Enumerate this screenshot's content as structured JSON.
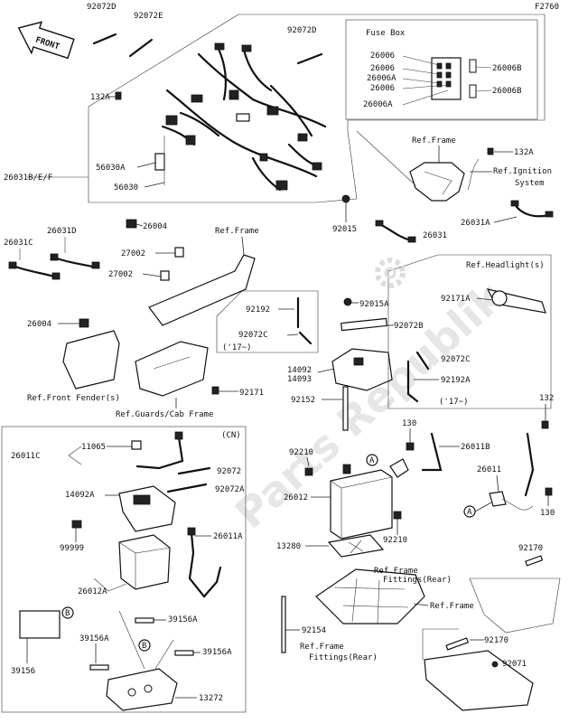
{
  "figure_id": "F2760",
  "watermark": "Parts Republik",
  "front_label": "FRONT",
  "fuse_box": {
    "title": "Fuse Box",
    "left_labels": [
      "26006",
      "26006",
      "26006A",
      "26006",
      "26006A"
    ],
    "right_labels": [
      "26006B",
      "26006B"
    ]
  },
  "parts": {
    "p92072D_a": "92072D",
    "p92072E": "92072E",
    "p92072D_b": "92072D",
    "p132A_a": "132A",
    "p56030A": "56030A",
    "p56030": "56030",
    "p26031BEF": "26031B/E/F",
    "p26004_a": "26004",
    "p92015": "92015",
    "p26031": "26031",
    "p26031A": "26031A",
    "p26031D": "26031D",
    "p26031C": "26031C",
    "p27002_a": "27002",
    "p27002_b": "27002",
    "p26004_b": "26004",
    "p92192": "92192",
    "p92072C_a": "92072C",
    "p17_a": "('17~)",
    "p92015A": "92015A",
    "p92072B": "92072B",
    "p92171A": "92171A",
    "p14092_a": "14092",
    "p14093": "14093",
    "p92072C_b": "92072C",
    "p92192A": "92192A",
    "p17_b": "('17~)",
    "p92171": "92171",
    "p92152": "92152",
    "p132A_b": "132A",
    "p132": "132",
    "p130_a": "130",
    "p26011B": "26011B",
    "p92210_a": "92210",
    "p26012": "26012",
    "p92210_b": "92210",
    "p26011": "26011",
    "p130_b": "130",
    "p13280": "13280",
    "p92154": "92154",
    "p92170_a": "92170",
    "p92170_b": "92170",
    "p92071": "92071",
    "cn": "(CN)",
    "p26011C": "26011C",
    "p11065": "11065",
    "p92072": "92072",
    "p92072A": "92072A",
    "p14092A": "14092A",
    "p99999": "99999",
    "p26011A": "26011A",
    "p26012A": "26012A",
    "p39156": "39156",
    "p39156A_a": "39156A",
    "p39156A_b": "39156A",
    "p39156A_c": "39156A",
    "p13272": "13272"
  },
  "refs": {
    "frame_a": "Ref.Frame",
    "ignition_a": "Ref.Ignition",
    "ignition_b": "System",
    "frame_b": "Ref.Frame",
    "headlight": "Ref.Headlight(s)",
    "front_fender": "Ref.Front Fender(s)",
    "guards": "Ref.Guards/Cab Frame",
    "fittings_a1": "Ref.Frame",
    "fittings_a2": "Fittings(Rear)",
    "frame_c": "Ref.Frame",
    "fittings_b1": "Ref.Frame",
    "fittings_b2": "Fittings(Rear)"
  },
  "callouts": {
    "A": "A",
    "B": "B"
  }
}
